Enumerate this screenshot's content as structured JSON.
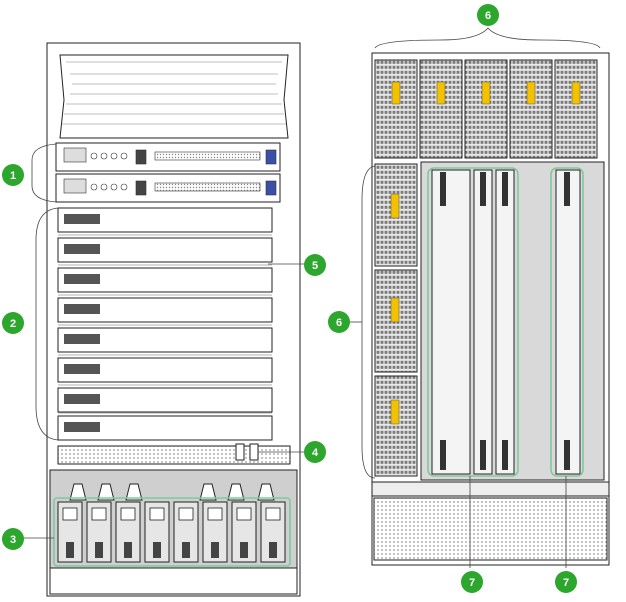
{
  "figure": {
    "callouts": [
      {
        "label": "1",
        "color": "#2ca62c"
      },
      {
        "label": "2",
        "color": "#2ca62c"
      },
      {
        "label": "3",
        "color": "#2ca62c"
      },
      {
        "label": "4",
        "color": "#2ca62c"
      },
      {
        "label": "5",
        "color": "#2ca62c"
      },
      {
        "label": "6",
        "color": "#2ca62c"
      },
      {
        "label": "6",
        "color": "#2ca62c"
      },
      {
        "label": "7",
        "color": "#2ca62c"
      },
      {
        "label": "7",
        "color": "#2ca62c"
      }
    ],
    "colors": {
      "callout_fill": "#2ca62c",
      "highlight_line": "#7fc9a0",
      "chassis_stroke": "#222222",
      "chassis_fill": "#ffffff",
      "vent_fill": "#bdbdbd",
      "fan_label": "#f2c200"
    },
    "icons": [
      "power-outlet-icon",
      "fan-tray-icon",
      "handle-icon"
    ]
  }
}
